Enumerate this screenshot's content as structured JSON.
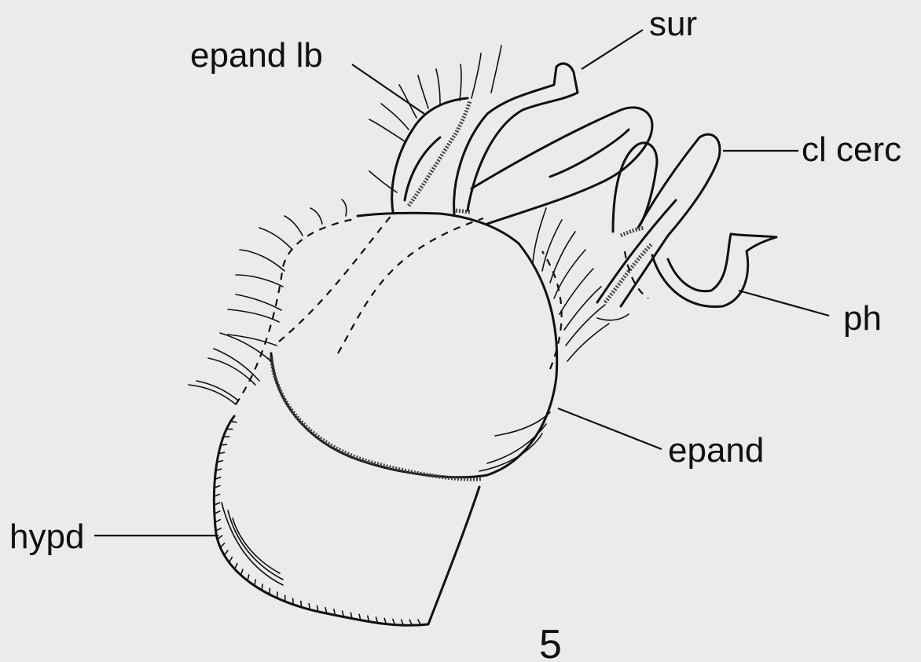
{
  "labels": {
    "epand_lb": "epand lb",
    "sur": "sur",
    "cl_cerc": "cl cerc",
    "ph": "ph",
    "epand": "epand",
    "hypd": "hypd"
  },
  "figure_number": "5"
}
